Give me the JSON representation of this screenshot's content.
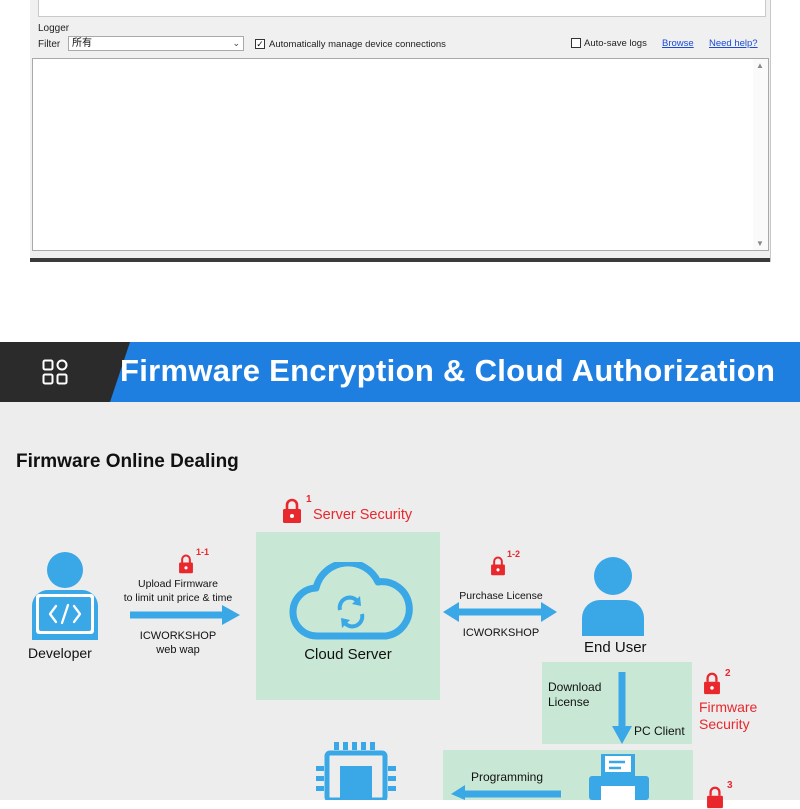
{
  "logger": {
    "title": "Logger",
    "filter_label": "Filter",
    "filter_value": "所有",
    "auto_manage_label": "Automatically manage device connections",
    "auto_manage_checked": true,
    "auto_save_label": "Auto-save logs",
    "auto_save_checked": false,
    "browse_link": "Browse",
    "help_link": "Need help?"
  },
  "header": {
    "title": "Firmware Encryption & Cloud Authorization",
    "icon": "grid-icon"
  },
  "diagram": {
    "title": "Firmware Online Dealing",
    "server_security_num": "1",
    "server_security_label": "Server Security",
    "developer_label": "Developer",
    "upload_num": "1-1",
    "upload_line1": "Upload Firmware",
    "upload_line2": "to limit unit price & time",
    "icworkshop_line1": "ICWORKSHOP",
    "icworkshop_line2": "web wap",
    "cloud_server_label": "Cloud Server",
    "purchase_num": "1-2",
    "purchase_label": "Purchase License",
    "purchase_icworkshop": "ICWORKSHOP",
    "end_user_label": "End User",
    "download_line1": "Download",
    "download_line2": "License",
    "pc_client_label": "PC Client",
    "firmware_security_num": "2",
    "firmware_security_line1": "Firmware",
    "firmware_security_line2": "Security",
    "programming_label": "Programming",
    "third_num": "3",
    "colors": {
      "accent_blue": "#3aa7e6",
      "security_red": "#e8282d",
      "box_green": "#c8e8d5"
    }
  }
}
